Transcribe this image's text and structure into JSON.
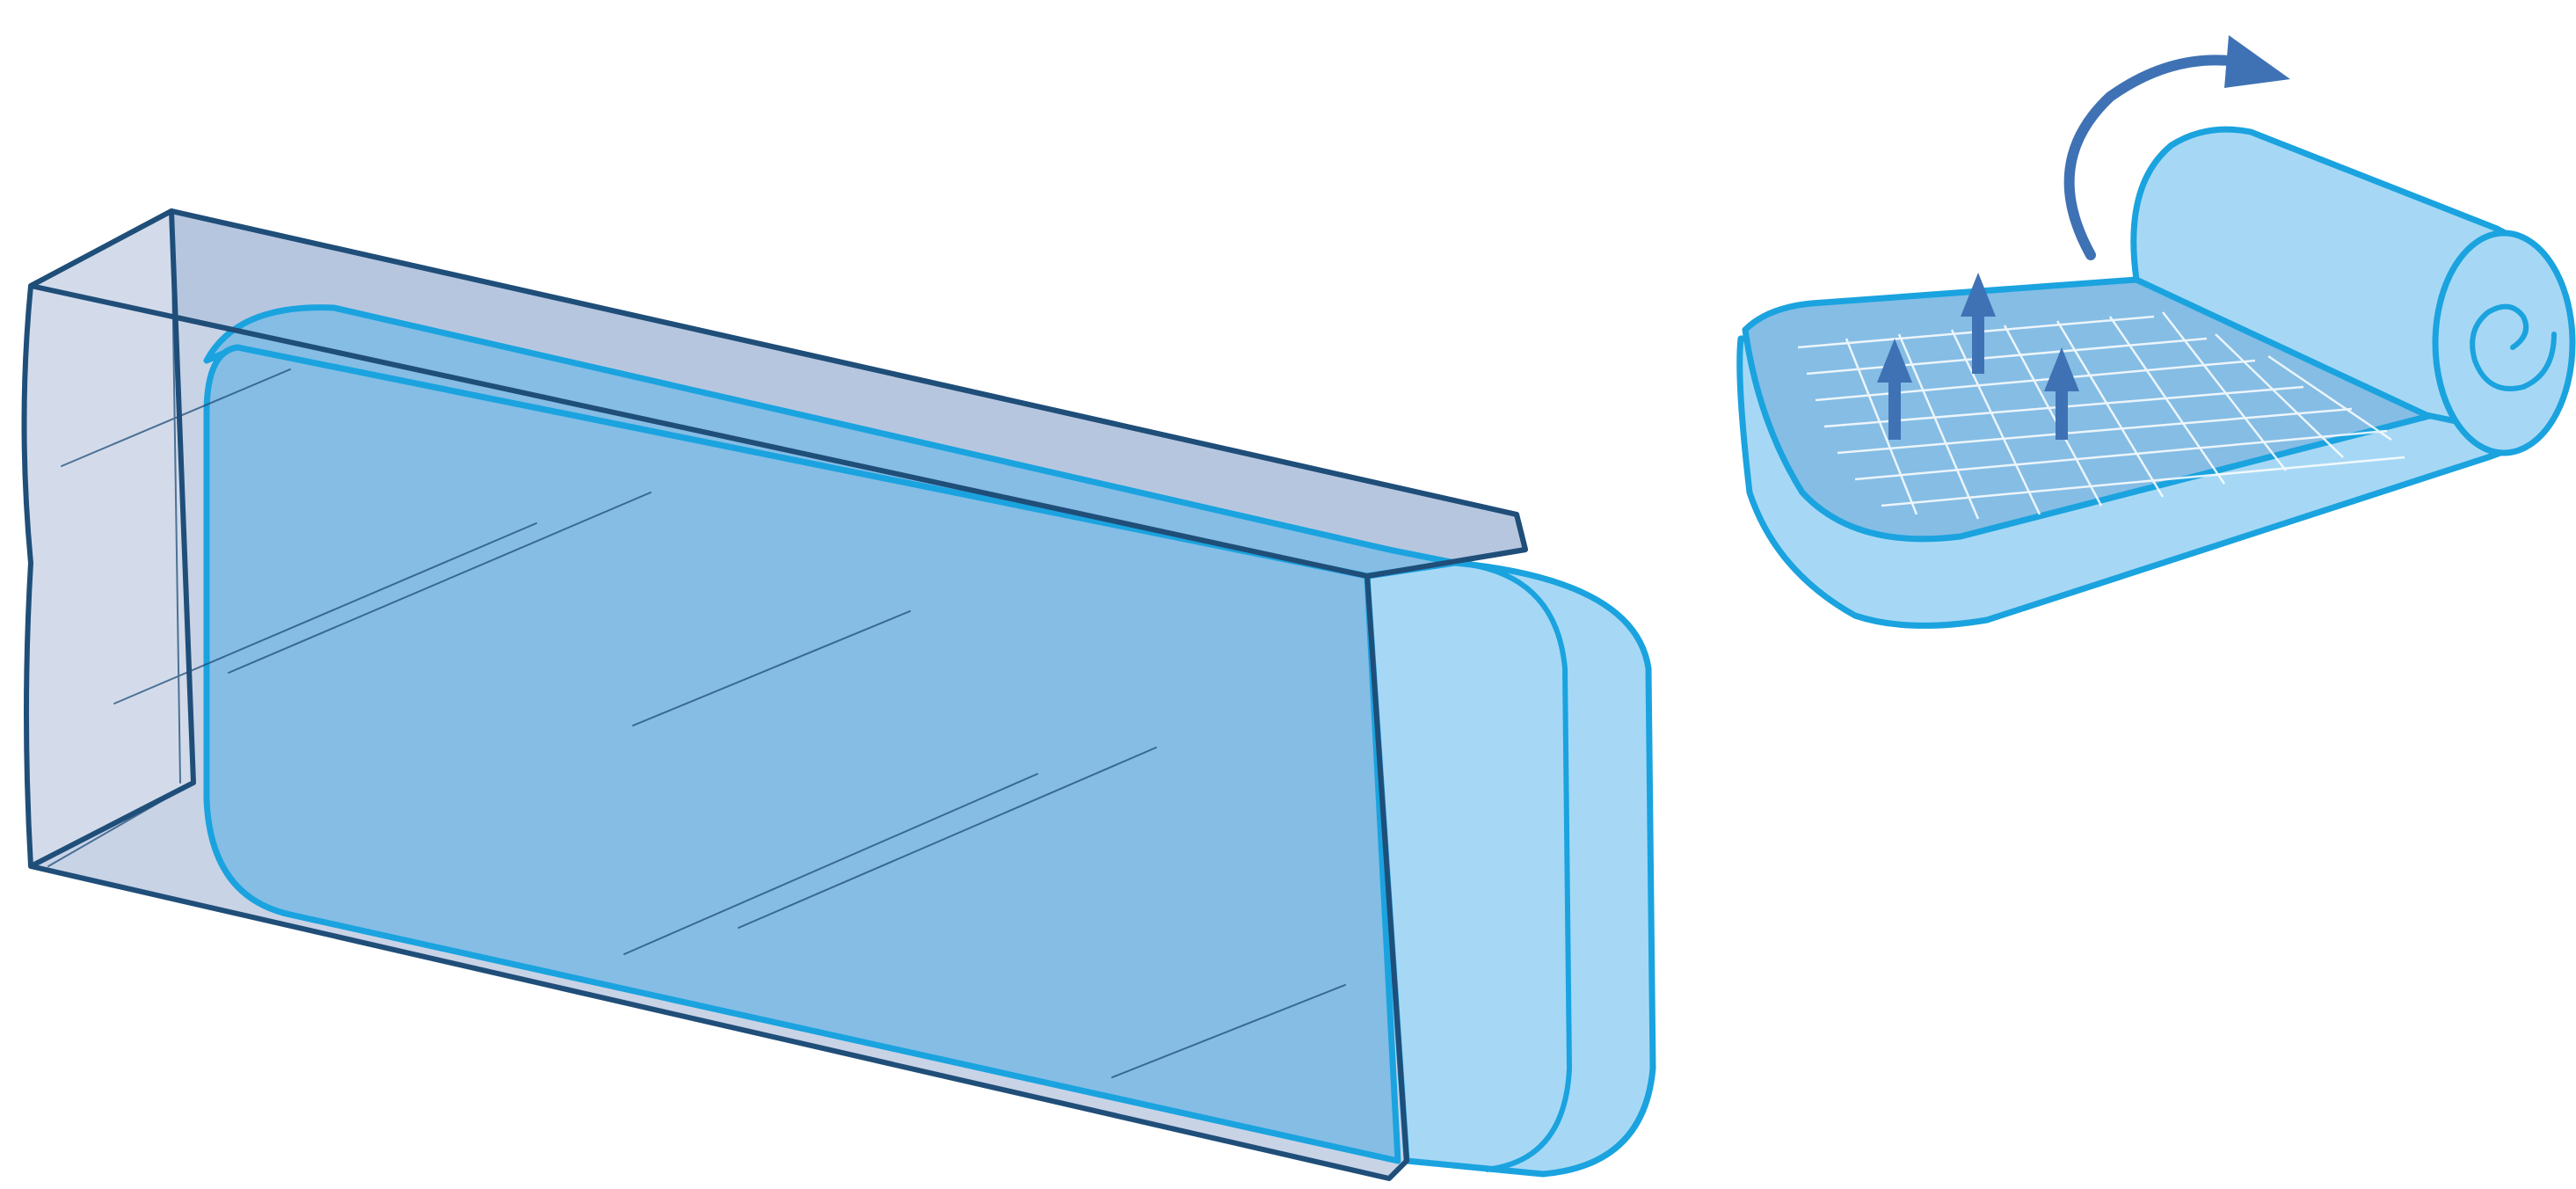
{
  "illustration": {
    "left_figure": "mattress-in-plastic-bag",
    "right_figure": "mattress-unrolling",
    "icons": [
      "up-arrow-icon",
      "curved-arrow-icon"
    ],
    "up_arrow_count": 3
  },
  "colors": {
    "background": "#ffffff",
    "outline_dark": "#1f4e79",
    "outline_light": "#1aa3df",
    "foam_light": "#a6d8f5",
    "foam_mid": "#85bde5",
    "bag_fill": "#c9d3e6",
    "arrow": "#3f72b4"
  }
}
